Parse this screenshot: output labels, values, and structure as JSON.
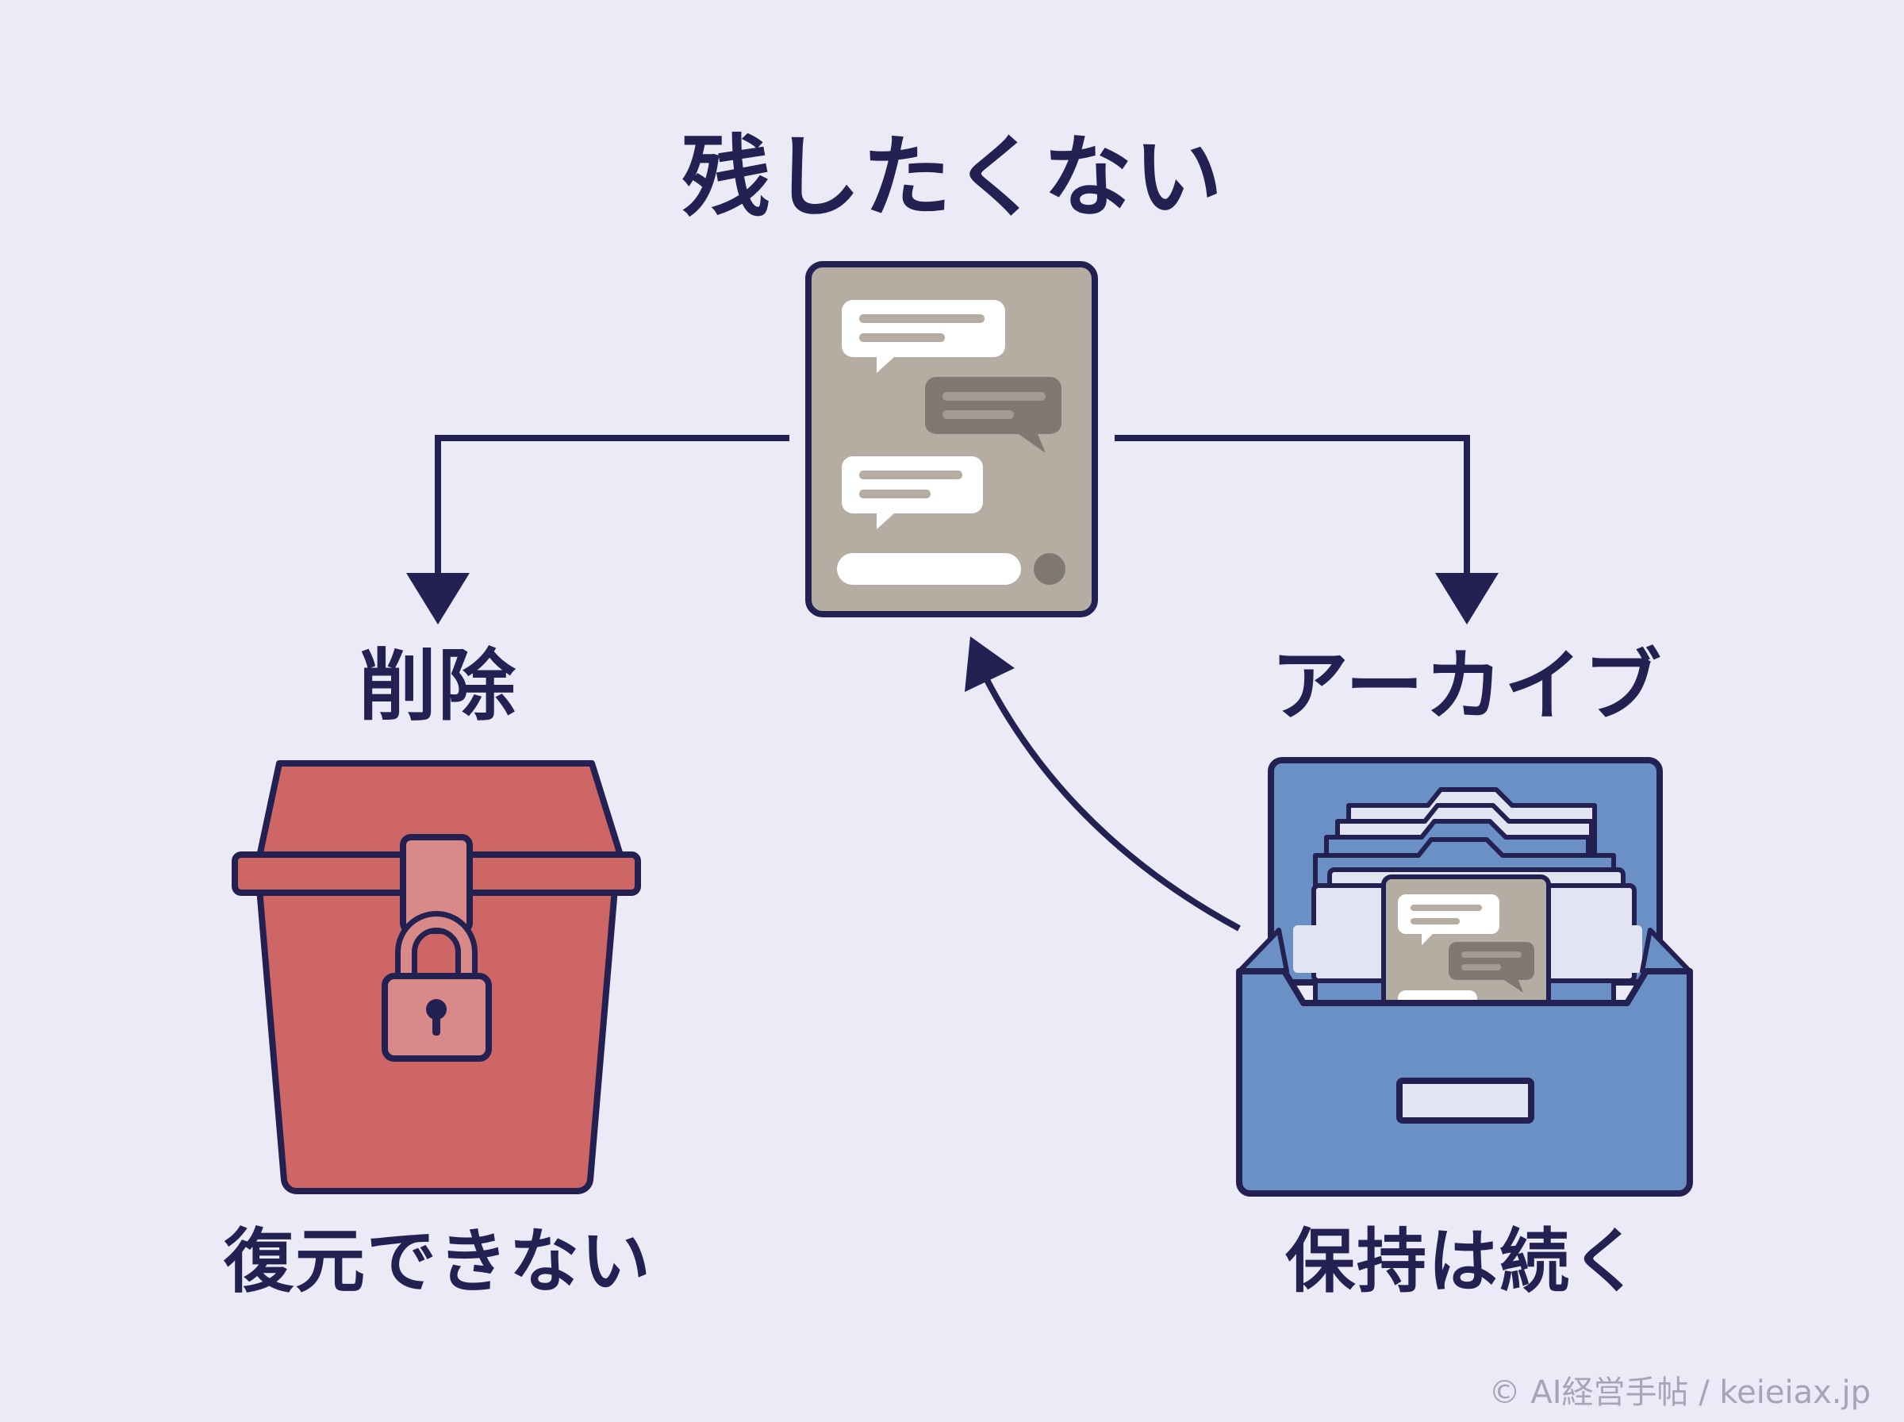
{
  "title": "残したくない",
  "delete": {
    "label": "削除",
    "caption": "復元できない"
  },
  "archive": {
    "label": "アーカイブ",
    "caption": "保持は続く"
  },
  "copyright": "© AI経営手帖 / keieiax.jp",
  "colors": {
    "background": "#ECEAF6",
    "ink": "#232152",
    "chat_panel": "#B5ADA1",
    "delete_box": "#CD6665",
    "archive_box": "#6A90C5"
  },
  "icons": [
    "chat-document-icon",
    "locked-bin-icon",
    "padlock-icon",
    "archive-drawer-icon"
  ]
}
